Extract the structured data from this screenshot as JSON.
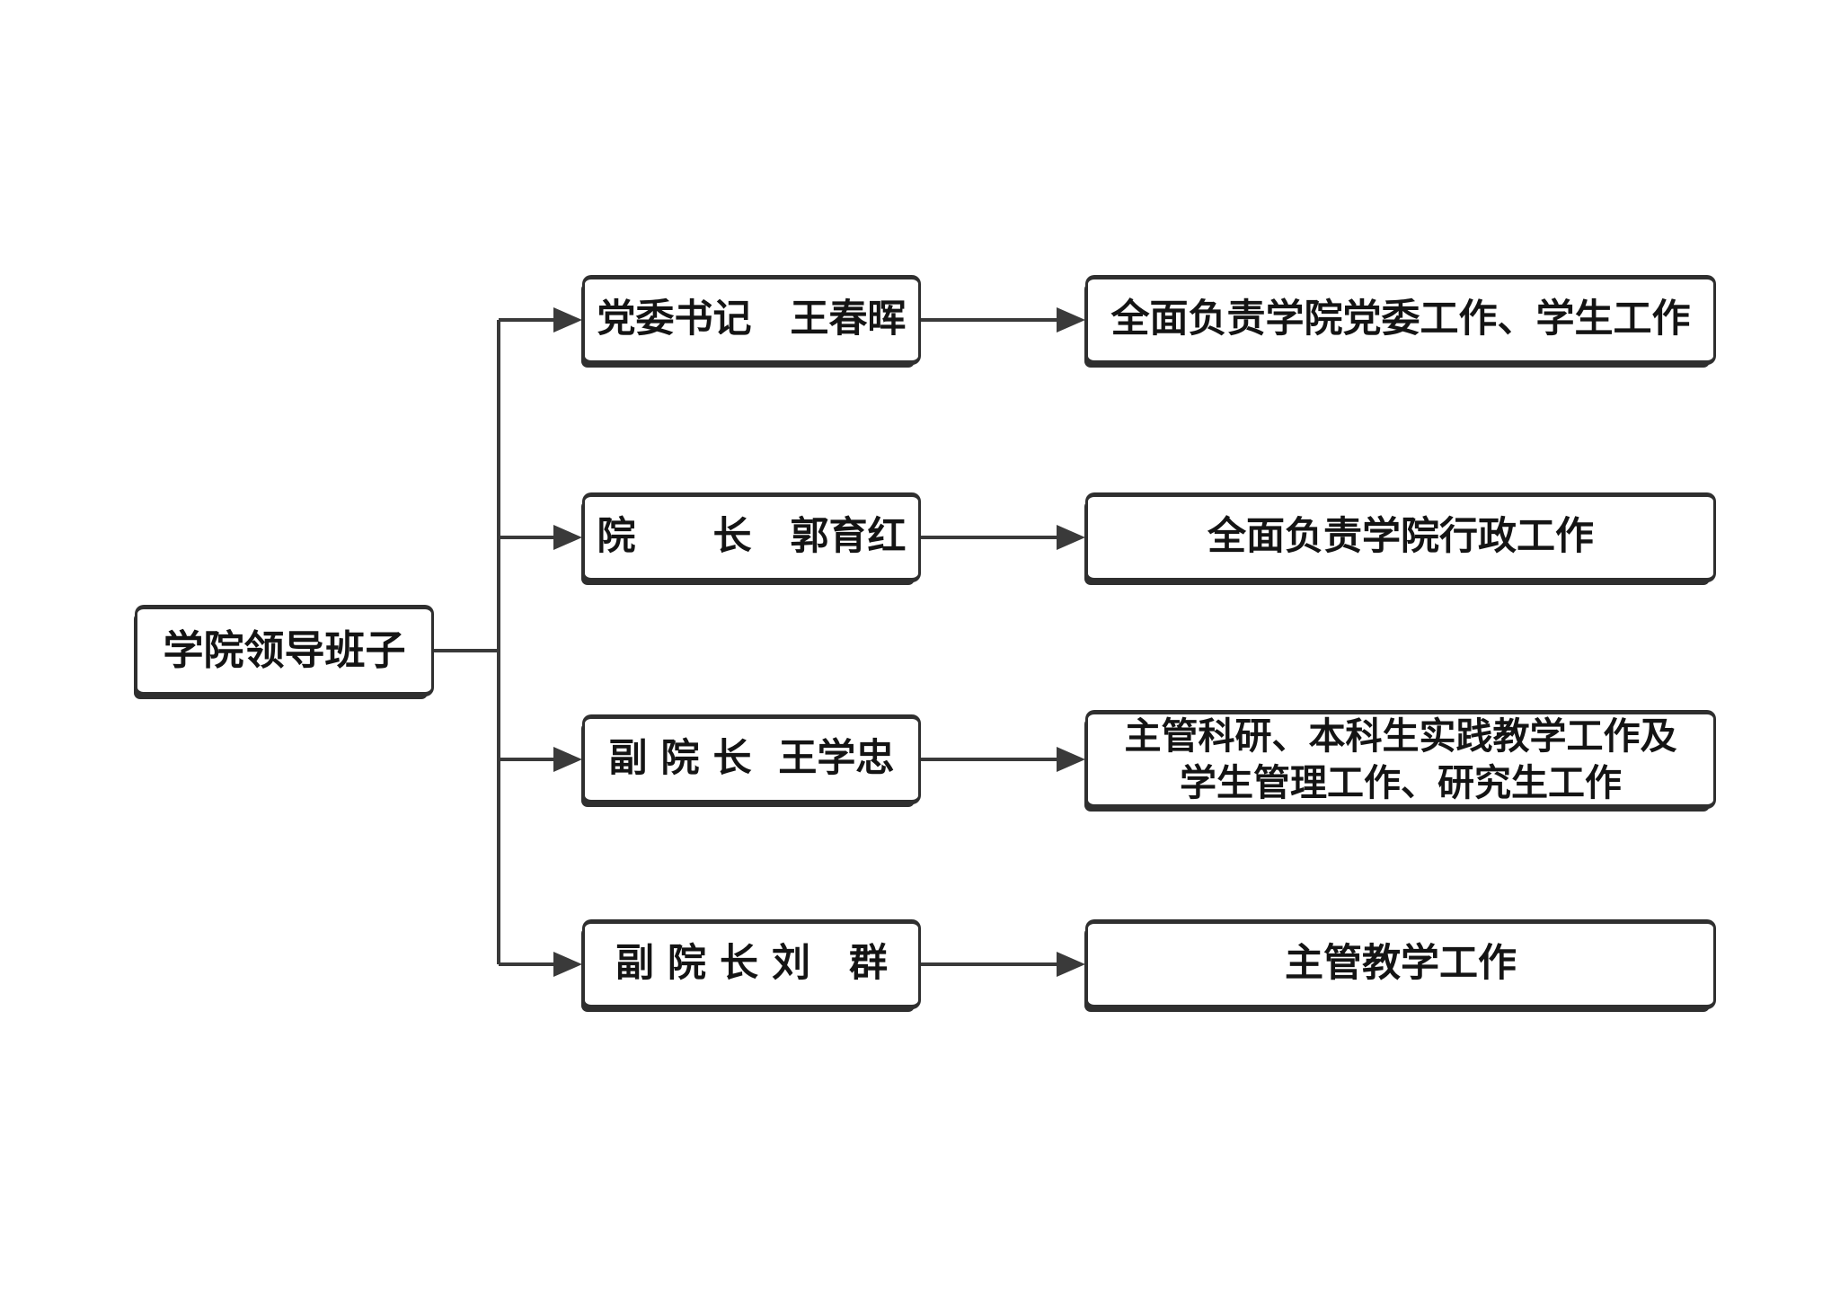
{
  "chart": {
    "type": "org-diagram",
    "root": {
      "label": "学院领导班子"
    },
    "branches": [
      {
        "position": "党委书记　王春晖",
        "duty_lines": [
          "全面负责学院党委工作、学生工作"
        ]
      },
      {
        "position": "院　　长　郭育红",
        "duty_lines": [
          "全面负责学院行政工作"
        ]
      },
      {
        "position": "副 院 长  王学忠",
        "duty_lines": [
          "主管科研、本科生实践教学工作及",
          "学生管理工作、研究生工作"
        ]
      },
      {
        "position": "副 院 长 刘　群",
        "duty_lines": [
          "主管教学工作"
        ]
      }
    ],
    "colors": {
      "line": "#3a3a3a",
      "border": "#2f2f2f",
      "text": "#141414",
      "box_bg": "#ffffff",
      "page_bg": "#ffffff"
    }
  }
}
